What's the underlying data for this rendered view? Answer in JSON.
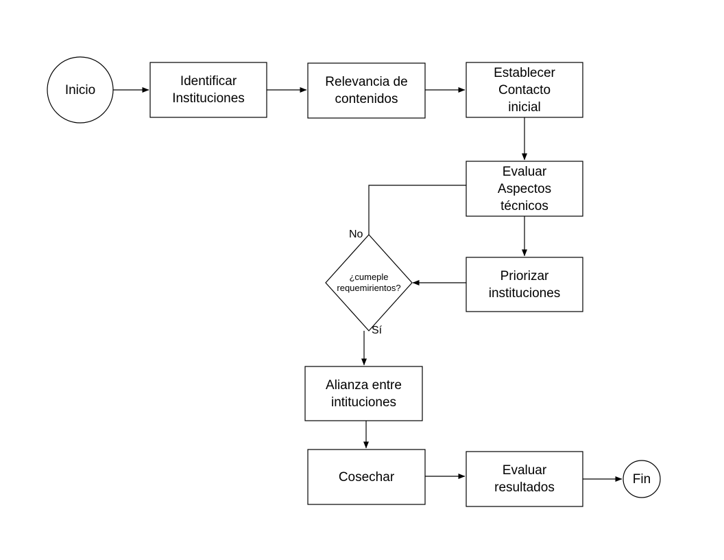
{
  "diagram": {
    "type": "flowchart",
    "orientation": "mixed",
    "background_color": "#ffffff",
    "stroke_color": "#000000",
    "text_color": "#000000",
    "nodes": [
      {
        "id": "inicio",
        "shape": "terminator-circle",
        "label": "Inicio"
      },
      {
        "id": "identificar",
        "shape": "process-rect",
        "line1": "Identificar",
        "line2": "Instituciones"
      },
      {
        "id": "relevancia",
        "shape": "process-rect",
        "line1": "Relevancia de",
        "line2": "contenidos"
      },
      {
        "id": "contacto",
        "shape": "process-rect",
        "line1": "Establecer",
        "line2": "Contacto",
        "line3": "inicial"
      },
      {
        "id": "aspectos",
        "shape": "process-rect",
        "line1": "Evaluar",
        "line2": "Aspectos",
        "line3": "técnicos"
      },
      {
        "id": "priorizar",
        "shape": "process-rect",
        "line1": "Priorizar",
        "line2": "instituciones"
      },
      {
        "id": "decision",
        "shape": "decision-diamond",
        "line1": "¿cumeple",
        "line2": "requemirientos?"
      },
      {
        "id": "alianza",
        "shape": "process-rect",
        "line1": "Alianza entre",
        "line2": "intituciones"
      },
      {
        "id": "cosechar",
        "shape": "process-rect",
        "line1": "Cosechar"
      },
      {
        "id": "resultados",
        "shape": "process-rect",
        "line1": "Evaluar",
        "line2": "resultados"
      },
      {
        "id": "fin",
        "shape": "terminator-circle",
        "label": "Fin"
      }
    ],
    "edge_labels": {
      "no": "No",
      "si": "Sí"
    },
    "edges": [
      {
        "from": "inicio",
        "to": "identificar",
        "label": ""
      },
      {
        "from": "identificar",
        "to": "relevancia",
        "label": ""
      },
      {
        "from": "relevancia",
        "to": "contacto",
        "label": ""
      },
      {
        "from": "contacto",
        "to": "aspectos",
        "label": ""
      },
      {
        "from": "aspectos",
        "to": "priorizar",
        "label": ""
      },
      {
        "from": "priorizar",
        "to": "decision",
        "label": ""
      },
      {
        "from": "decision",
        "to": "aspectos",
        "label": "No"
      },
      {
        "from": "decision",
        "to": "alianza",
        "label": "Sí"
      },
      {
        "from": "alianza",
        "to": "cosechar",
        "label": ""
      },
      {
        "from": "cosechar",
        "to": "resultados",
        "label": ""
      },
      {
        "from": "resultados",
        "to": "fin",
        "label": ""
      }
    ]
  }
}
